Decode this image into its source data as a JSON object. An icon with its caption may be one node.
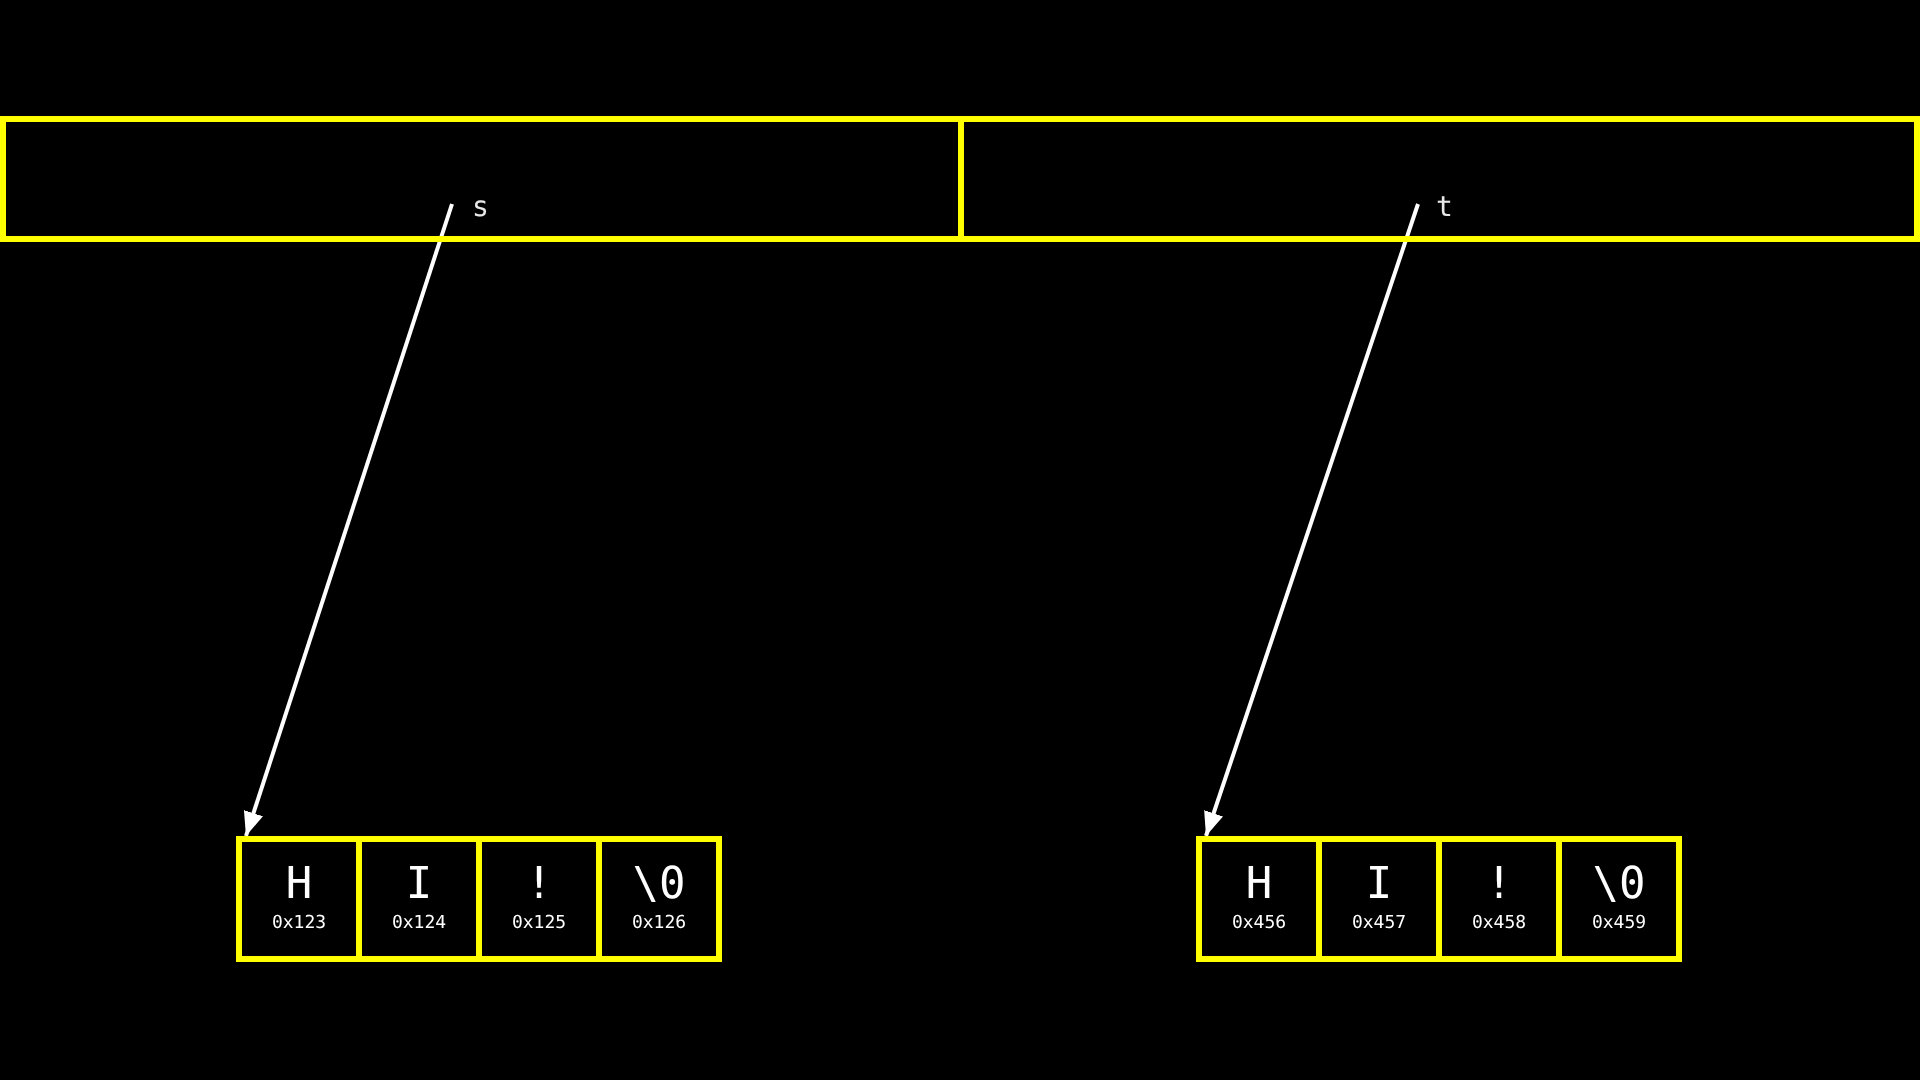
{
  "diagram": {
    "nodes": [
      {
        "text": [
          "s"
        ]
      },
      {
        "text": [
          "t"
        ]
      },
      {
        "text": [
          "H",
          "0x123"
        ]
      },
      {
        "text": [
          "I",
          "0x124"
        ]
      },
      {
        "text": [
          "!",
          "0x125"
        ]
      },
      {
        "text": [
          "\\0",
          "0x126"
        ]
      },
      {
        "text": [
          "H",
          "0x456"
        ]
      },
      {
        "text": [
          "I",
          "0x457"
        ]
      },
      {
        "text": [
          "!",
          "0x458"
        ]
      },
      {
        "text": [
          "\\0",
          "0x459"
        ]
      }
    ],
    "edges": [
      {
        "from": 0,
        "to": 2,
        "arrow": "to"
      },
      {
        "from": 1,
        "to": 6,
        "arrow": "to"
      }
    ]
  }
}
